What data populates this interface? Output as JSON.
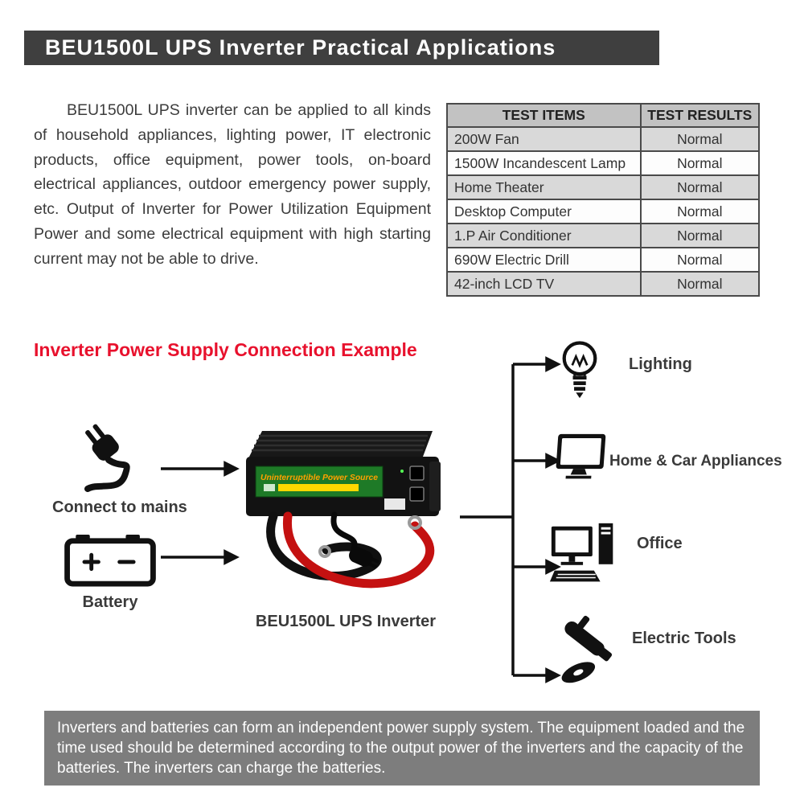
{
  "banner": {
    "title": "BEU1500L UPS Inverter Practical Applications"
  },
  "intro": {
    "text": "BEU1500L UPS inverter can be applied to all kinds of household appliances, lighting power, IT electronic products, office equipment, power tools, on-board electrical appliances, outdoor emergency power supply, etc. Output of Inverter for Power Utilization Equipment Power and some electrical equipment with high starting current may not be able to drive."
  },
  "test_table": {
    "headers": [
      "TEST ITEMS",
      "TEST RESULTS"
    ],
    "rows": [
      {
        "item": "200W Fan",
        "result": "Normal"
      },
      {
        "item": "1500W Incandescent Lamp",
        "result": "Normal"
      },
      {
        "item": "Home Theater",
        "result": "Normal"
      },
      {
        "item": "Desktop Computer",
        "result": "Normal"
      },
      {
        "item": "1.P Air Conditioner",
        "result": "Normal"
      },
      {
        "item": "690W Electric Drill",
        "result": "Normal"
      },
      {
        "item": "42-inch LCD TV",
        "result": "Normal"
      }
    ]
  },
  "diagram": {
    "heading": "Inverter Power Supply Connection Example",
    "mains_label": "Connect to mains",
    "battery_label": "Battery",
    "inverter": {
      "caption": "BEU1500L UPS Inverter",
      "plate_text": "Uninterruptible Power Source"
    },
    "loads": [
      {
        "label": "Lighting"
      },
      {
        "label": "Home & Car Appliances"
      },
      {
        "label": "Office"
      },
      {
        "label": "Electric Tools"
      }
    ]
  },
  "footer": {
    "text": "Inverters and batteries can form an independent power supply system. The equipment loaded and the time used should be determined according to the output power of the inverters and the capacity of the batteries. The inverters can charge the batteries."
  },
  "colors": {
    "banner_bg": "#3f3f3f",
    "heading_red": "#e8112d",
    "footer_bg": "#7d7d7d",
    "table_header_bg": "#c2c2c2",
    "table_row_alt": "#d9d9d9"
  }
}
